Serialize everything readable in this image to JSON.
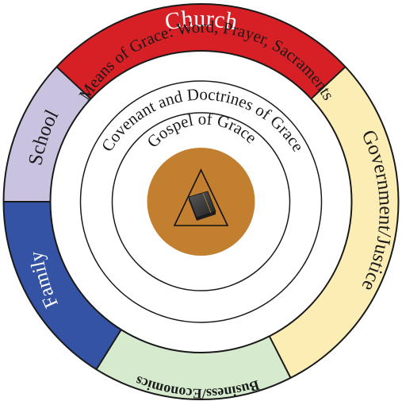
{
  "outer_ring": [
    {
      "label": "Church",
      "color": "#d71f26",
      "text_color": "#ffffff"
    },
    {
      "label": "Government/Justice",
      "color": "#fbedb4",
      "text_color": "#1a1a1a"
    },
    {
      "label": "Business/Economics",
      "color": "#d6ebcd",
      "text_color": "#1a1a1a"
    },
    {
      "label": "Family",
      "color": "#3553a4",
      "text_color": "#ffffff"
    },
    {
      "label": "School",
      "color": "#c9c3e0",
      "text_color": "#1a1a1a"
    }
  ],
  "rings": [
    {
      "label": "Means of Grace: Word, Prayer, Sacraments"
    },
    {
      "label": "Covenant and Doctrines of Grace"
    },
    {
      "label": "Gospel of Grace"
    }
  ],
  "center": {
    "fill_color": "#c37f30",
    "icon": "bible-icon",
    "shape": "triangle-icon"
  }
}
